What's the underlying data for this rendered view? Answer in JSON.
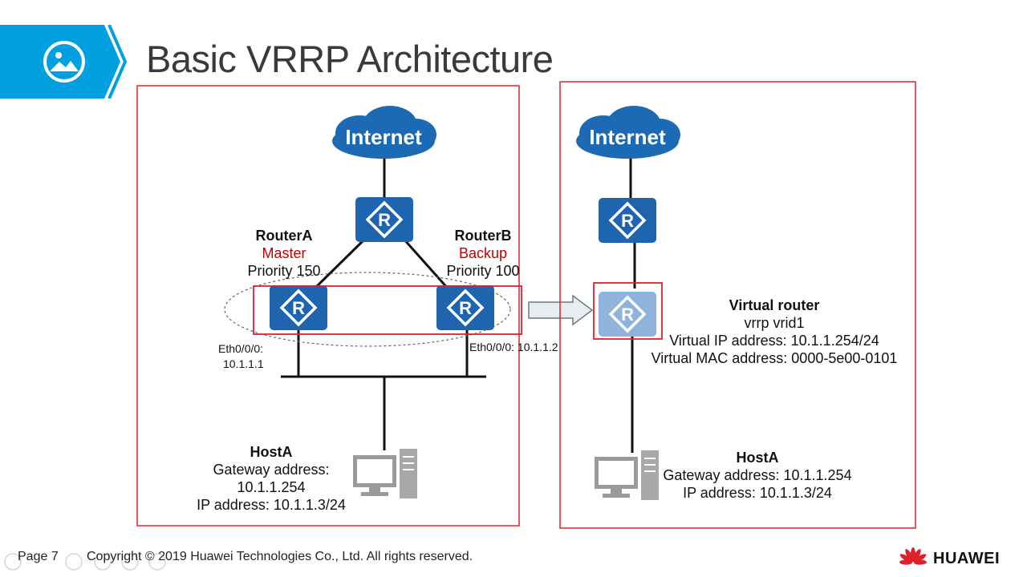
{
  "slide": {
    "title": "Basic VRRP Architecture",
    "header_icon": "image-icon"
  },
  "left_panel": {
    "internet_label": "Internet",
    "router_a": {
      "name": "RouterA",
      "role": "Master",
      "priority": "Priority 150",
      "interface": "Eth0/0/0:",
      "ip": "10.1.1.1"
    },
    "router_b": {
      "name": "RouterB",
      "role": "Backup",
      "priority": "Priority 100",
      "interface": "Eth0/0/0: 10.1.1.2"
    },
    "host": {
      "name": "HostA",
      "gateway_label": "Gateway address:",
      "gateway_value": "10.1.1.254",
      "ip": "IP address: 10.1.1.3/24"
    }
  },
  "right_panel": {
    "internet_label": "Internet",
    "virtual_router": {
      "title": "Virtual router",
      "vrid": "vrrp vrid1",
      "virtual_ip": "Virtual IP address: 10.1.1.254/24",
      "virtual_mac": "Virtual MAC address: 0000-5e00-0101"
    },
    "host": {
      "name": "HostA",
      "gateway": "Gateway address: 10.1.1.254",
      "ip": "IP address: 10.1.1.3/24"
    }
  },
  "footer": {
    "page": "Page 7",
    "copyright": "Copyright © 2019 Huawei Technologies Co., Ltd. All rights reserved.",
    "brand": "HUAWEI"
  },
  "colors": {
    "accent_blue": "#00a0e0",
    "router_blue": "#1e64ae",
    "virtual_router_blue": "#8fb4dc",
    "frame_red": "#e0202a",
    "master_red": "#c00000",
    "cloud_blue": "#1c6ab3",
    "brand_red": "#e0202a"
  }
}
